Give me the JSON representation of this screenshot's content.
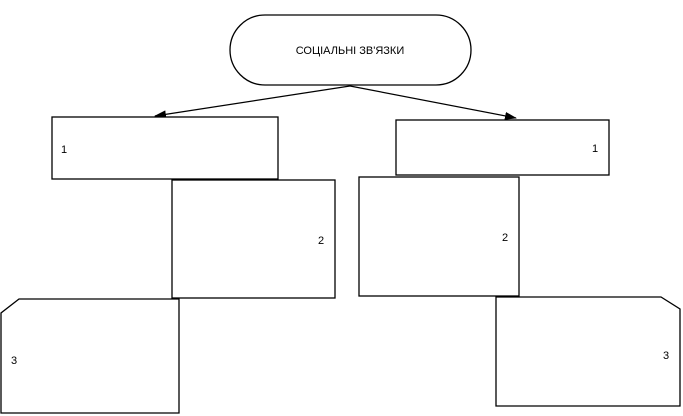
{
  "diagram": {
    "root": {
      "label": "СОЦІАЛЬНІ ЗВ'ЯЗКИ"
    },
    "left_branch": {
      "box1": "1",
      "box2": "2",
      "box3": "3"
    },
    "right_branch": {
      "box1": "1",
      "box2": "2",
      "box3": "3"
    }
  }
}
